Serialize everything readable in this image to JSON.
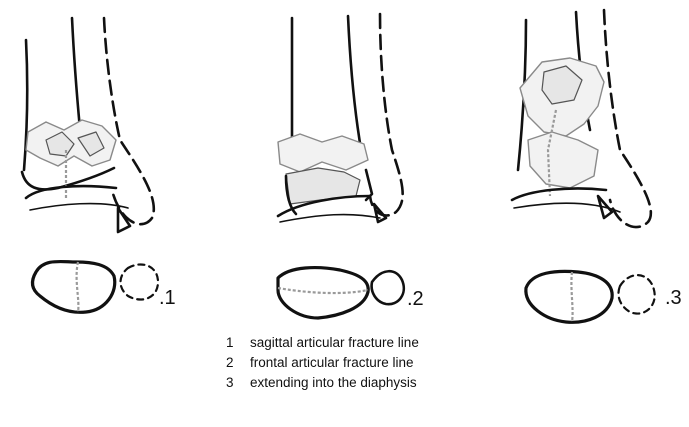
{
  "figure_numbers": {
    "a": ".1",
    "b": ".2",
    "c": ".3"
  },
  "legend": [
    {
      "number": "1",
      "text": "sagittal articular fracture line"
    },
    {
      "number": "2",
      "text": "frontal articular fracture line"
    },
    {
      "number": "3",
      "text": "extending into the diaphysis"
    }
  ]
}
